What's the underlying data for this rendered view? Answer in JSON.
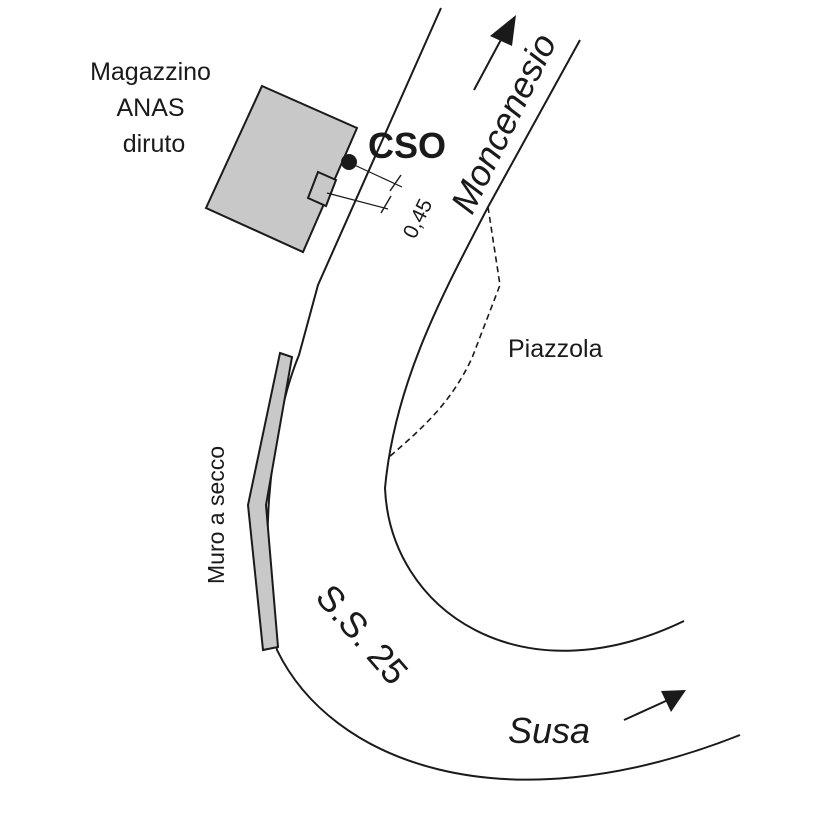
{
  "building": {
    "label_lines": [
      "Magazzino",
      "ANAS",
      "diruto"
    ],
    "fill": "#c8c8c8"
  },
  "station": {
    "label": "CSO",
    "distance": "0,45"
  },
  "road": {
    "direction_north": "Moncenesio",
    "direction_south": "Susa",
    "name": "S.S. 25"
  },
  "piazzola": {
    "label": "Piazzola"
  },
  "wall": {
    "label": "Muro a secco",
    "fill": "#c8c8c8"
  },
  "colors": {
    "line": "#1a1a1a",
    "gray_fill": "#c8c8c8"
  }
}
